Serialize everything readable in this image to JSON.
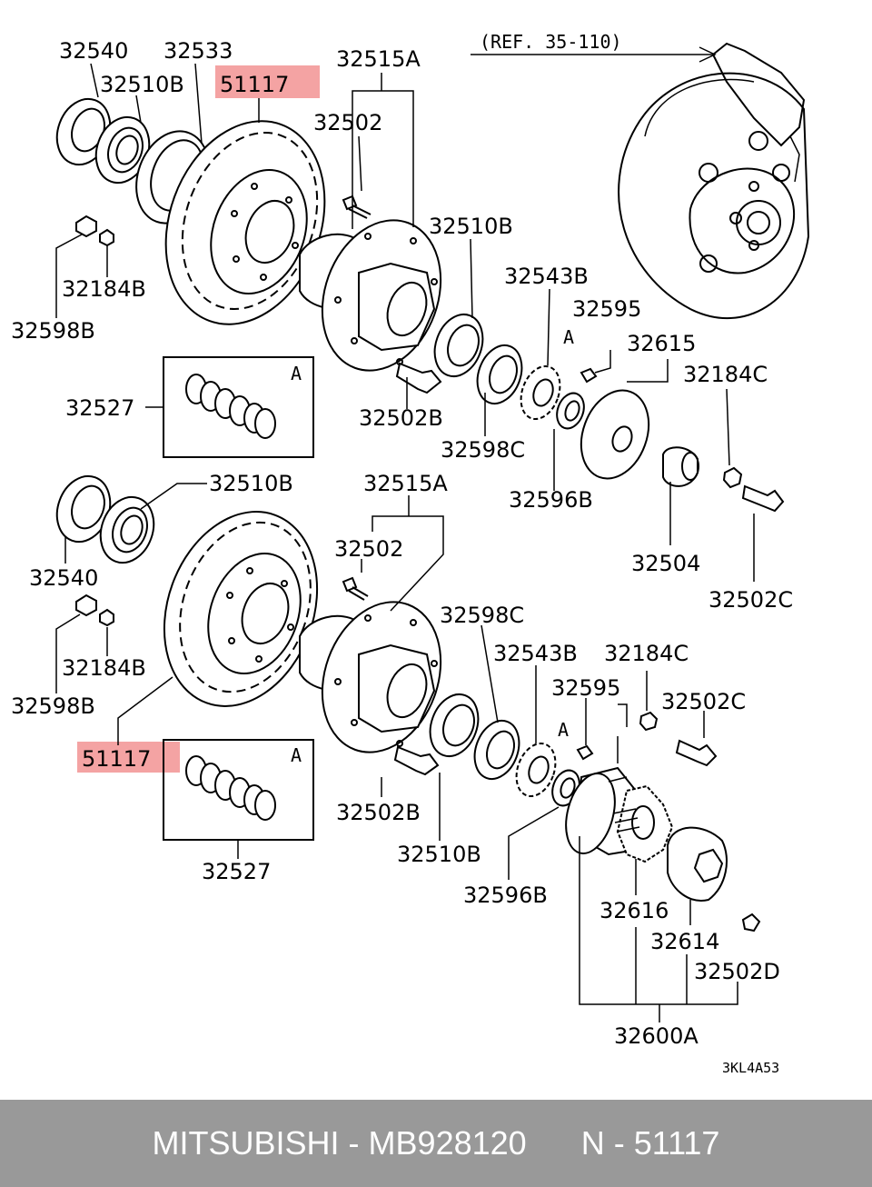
{
  "reference": "(REF. 35-110)",
  "diagram_code": "3KL4A53",
  "highlight_color": "#f4a3a3",
  "callouts": {
    "upper": {
      "c1": "32540",
      "c2": "32533",
      "c3": "32510B",
      "c4": "51117",
      "c5": "32515A",
      "c6": "32502",
      "c7": "32510B",
      "c8": "32543B",
      "c9": "32595",
      "c10": "32615",
      "c11": "32184C",
      "c12": "32184B",
      "c13": "32598B",
      "c14": "32527",
      "c15": "32502B",
      "c16": "32598C",
      "c17": "32596B",
      "c18": "32504",
      "c19": "32502C",
      "c20": "A",
      "c21": "A"
    },
    "lower": {
      "c1": "32510B",
      "c2": "32540",
      "c3": "32515A",
      "c4": "32502",
      "c5": "32598C",
      "c6": "32184B",
      "c7": "32598B",
      "c8": "32543B",
      "c9": "32184C",
      "c10": "32595",
      "c11": "32502C",
      "c12": "51117",
      "c13": "32527",
      "c14": "32502B",
      "c15": "32510B",
      "c16": "32596B",
      "c17": "32616",
      "c18": "32614",
      "c19": "32502D",
      "c20": "32600A",
      "c21": "A",
      "c22": "A"
    }
  },
  "footer": {
    "brand": "MITSUBISHI",
    "part_number": "MB928120",
    "ref_number": "N - 51117"
  }
}
